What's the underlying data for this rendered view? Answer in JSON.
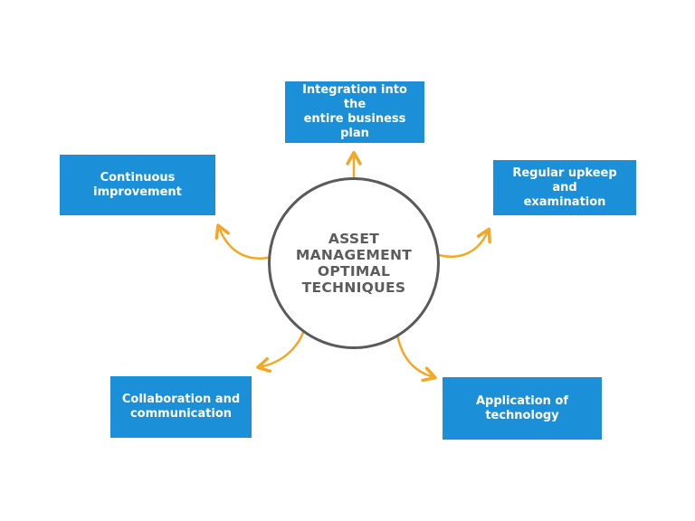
{
  "center": {
    "label": "ASSET\nMANAGEMENT\nOPTIMAL\nTECHNIQUES"
  },
  "nodes": [
    {
      "id": "integration",
      "label": "Integration into the\nentire business plan"
    },
    {
      "id": "continuous",
      "label": "Continuous\nimprovement"
    },
    {
      "id": "upkeep",
      "label": "Regular upkeep and\nexamination"
    },
    {
      "id": "collaboration",
      "label": "Collaboration and\ncommunication"
    },
    {
      "id": "technology",
      "label": "Application of\ntechnology"
    }
  ],
  "colors": {
    "box_fill": "#1b8fd8",
    "arrow": "#f5a623",
    "circle_stroke": "#5a5a5a",
    "center_text": "#5c5c5c"
  }
}
